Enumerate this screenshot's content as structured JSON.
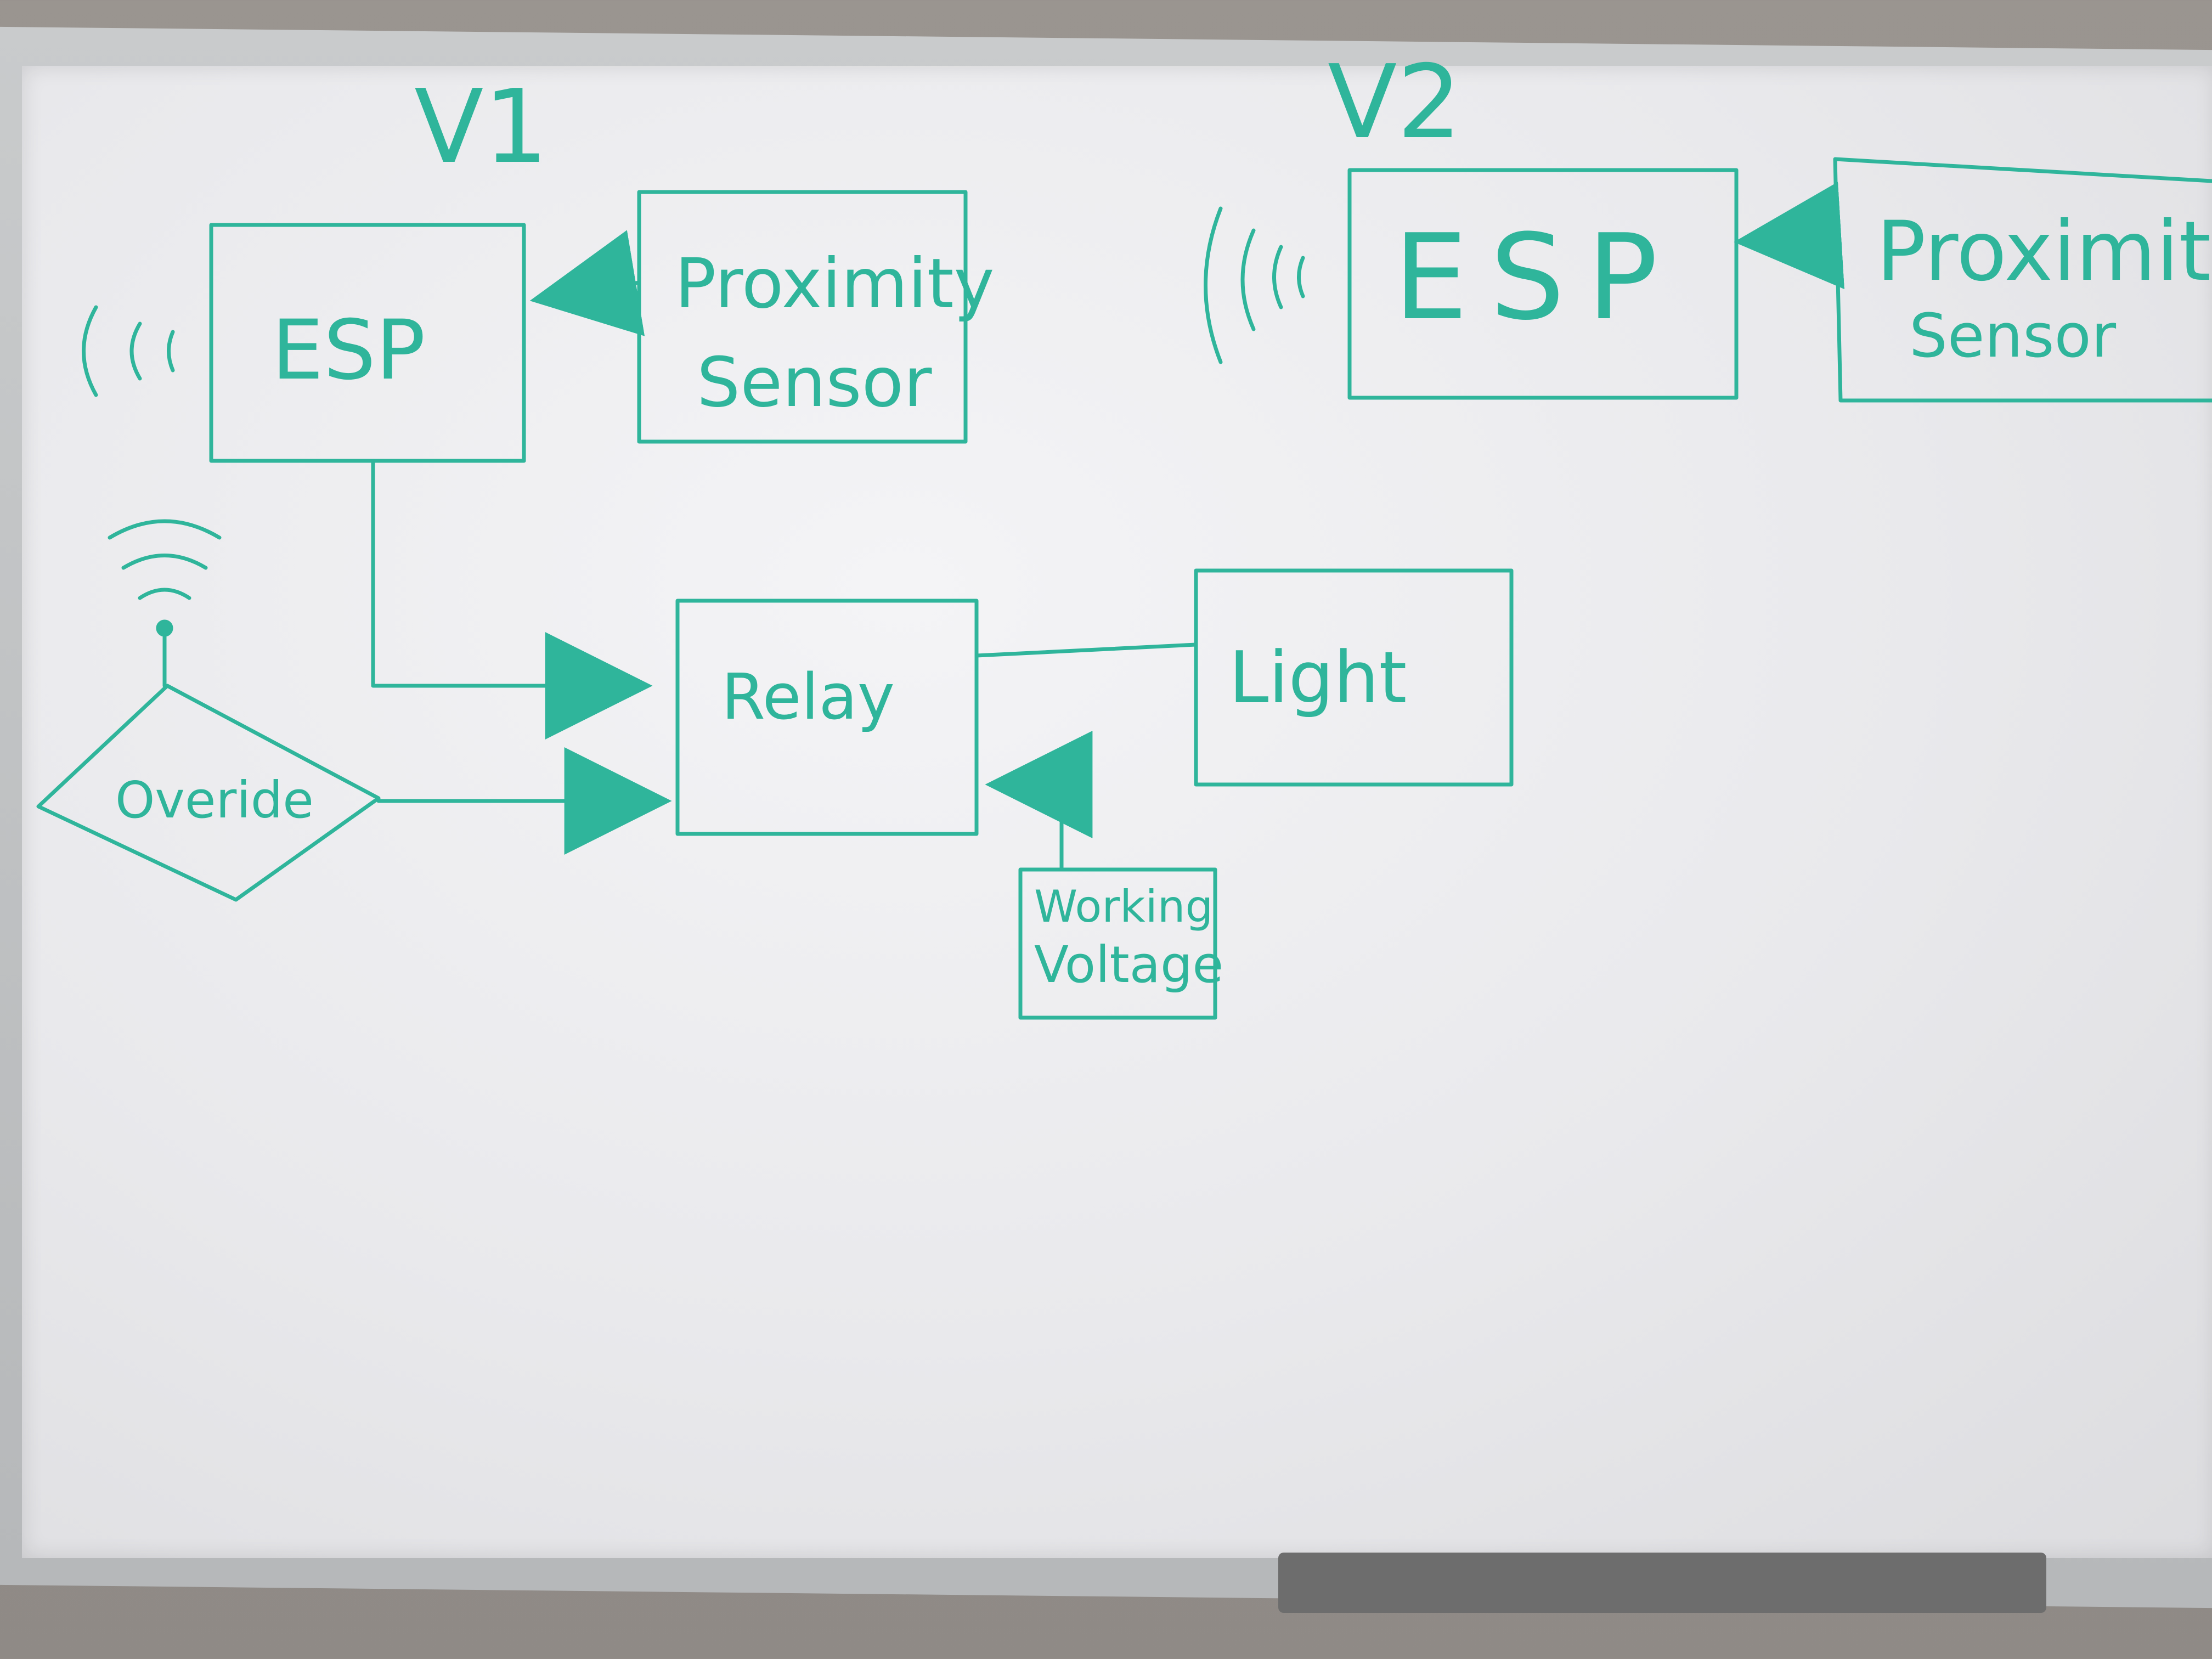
{
  "diagram": {
    "ink_color": "#2fb59b",
    "versions": {
      "v1": {
        "title": "V1",
        "nodes": {
          "esp": "ESP",
          "proximity": [
            "Proximity",
            "Sensor"
          ],
          "relay": "Relay",
          "light": "Light",
          "override": "Overide",
          "working_voltage": [
            "Working",
            "Voltage"
          ]
        }
      },
      "v2": {
        "title": "V2",
        "nodes": {
          "esp": "ESP",
          "proximity": [
            "Proximity",
            "Sensor"
          ]
        }
      }
    },
    "edges": [
      {
        "from": "v1.proximity",
        "to": "v1.esp"
      },
      {
        "from": "v1.esp",
        "to": "v1.relay"
      },
      {
        "from": "v1.override",
        "to": "v1.relay"
      },
      {
        "from": "v1.working_voltage",
        "to": "v1.relay"
      },
      {
        "from": "v1.relay",
        "to": "v1.light"
      },
      {
        "from": "v2.proximity",
        "to": "v2.esp"
      }
    ],
    "icons": [
      "wireless-signal-icon",
      "antenna-icon"
    ]
  }
}
